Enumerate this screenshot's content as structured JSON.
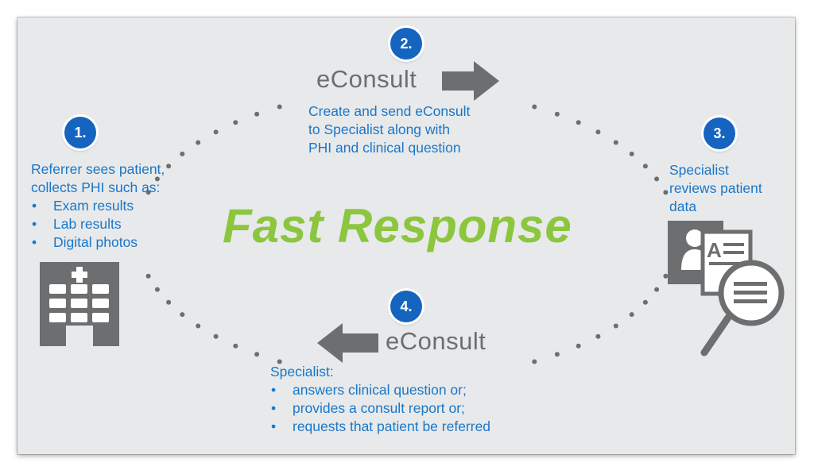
{
  "title": "Fast Response",
  "colors": {
    "blue": "#1a77c9",
    "badge": "#1565c0",
    "green": "#8cc63f",
    "gray": "#6c6e70"
  },
  "steps": [
    {
      "number": "1.",
      "heading": "Referrer sees patient,",
      "heading2": "collects PHI such as:",
      "items": [
        "Exam results",
        "Lab results",
        "Digital photos"
      ],
      "icon": "hospital-building-icon"
    },
    {
      "number": "2.",
      "label": "eConsult",
      "lines": [
        "Create and send eConsult",
        "to Specialist along with",
        "PHI and clinical question"
      ],
      "icon": "arrow-right-icon"
    },
    {
      "number": "3.",
      "lines": [
        "Specialist",
        "reviews patient",
        "data"
      ],
      "icon": "document-magnifier-icon"
    },
    {
      "number": "4.",
      "label": "eConsult",
      "heading": "Specialist:",
      "items": [
        "answers clinical question or;",
        "provides a consult report or;",
        "requests that patient be referred"
      ],
      "icon": "arrow-left-icon"
    }
  ]
}
